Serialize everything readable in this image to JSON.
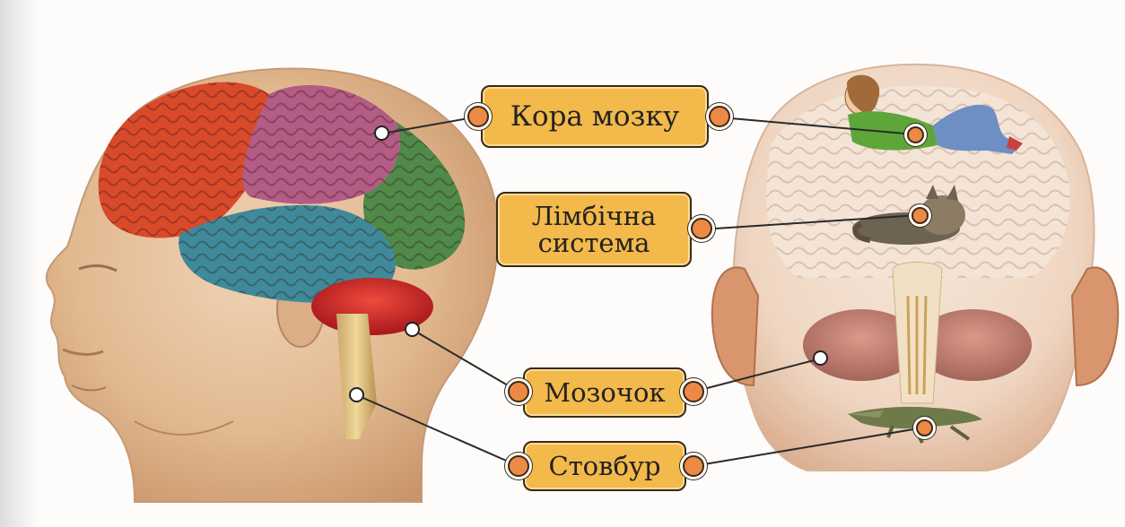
{
  "labels": {
    "cortex": "Кора мозку",
    "limbic_line1": "Лімбічна",
    "limbic_line2": "система",
    "cerebellum": "Мозочок",
    "brainstem": "Стовбур"
  },
  "colors": {
    "label_fill": "#f3b94a",
    "connector_dot": "#ec8a45",
    "frontal_lobe": "#d84a2a",
    "parietal_lobe": "#b35c86",
    "occipital_lobe": "#4f8a4a",
    "temporal_lobe": "#3e8a9a",
    "cerebellum": "#c42a2a"
  },
  "illustrations": {
    "left": "head-profile-with-colored-brain",
    "right": "head-back-view-with-brain-levels",
    "figures": [
      "girl-on-cortex",
      "cat-on-limbic-system",
      "crocodile-on-brainstem"
    ]
  }
}
